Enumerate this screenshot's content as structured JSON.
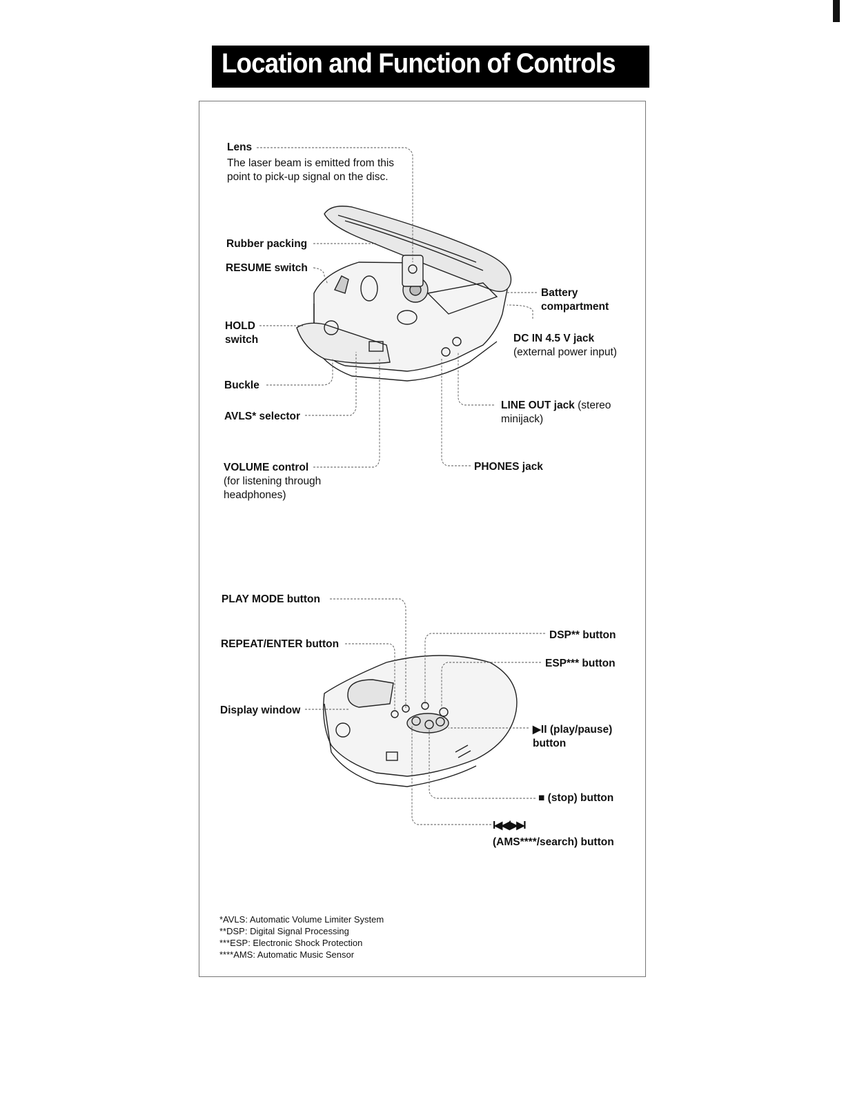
{
  "title": "Location and Function of Controls",
  "labels": {
    "lens": "Lens",
    "lens_desc1": "The laser beam is emitted from this",
    "lens_desc2": "point to pick-up signal on the disc.",
    "rubber_packing": "Rubber packing",
    "resume_switch": "RESUME switch",
    "hold": "HOLD",
    "switch": "switch",
    "buckle": "Buckle",
    "avls_selector": "AVLS* selector",
    "volume_control": "VOLUME control",
    "volume_desc1": "(for listening through",
    "volume_desc2": "headphones)",
    "battery": "Battery",
    "compartment": "compartment",
    "dc_in": "DC IN 4.5 V jack",
    "dc_in_desc": "(external power input)",
    "line_out": "LINE OUT jack",
    "line_out_desc1": " (stereo",
    "line_out_desc2": "minijack)",
    "phones_jack": "PHONES jack",
    "play_mode": "PLAY MODE button",
    "repeat_enter": "REPEAT/ENTER button",
    "display_window": "Display window",
    "dsp_button": "DSP** button",
    "esp_button": "ESP*** button",
    "play_pause1": "▶II (play/pause)",
    "play_pause2": "button",
    "stop_button": "■ (stop) button",
    "ams_symbol": "I◀◀/▶▶I",
    "ams_button": "(AMS****/search) button"
  },
  "footnotes": [
    "*AVLS: Automatic Volume Limiter System",
    "**DSP: Digital Signal Processing",
    "***ESP: Electronic Shock Protection",
    "****AMS: Automatic Music Sensor"
  ]
}
